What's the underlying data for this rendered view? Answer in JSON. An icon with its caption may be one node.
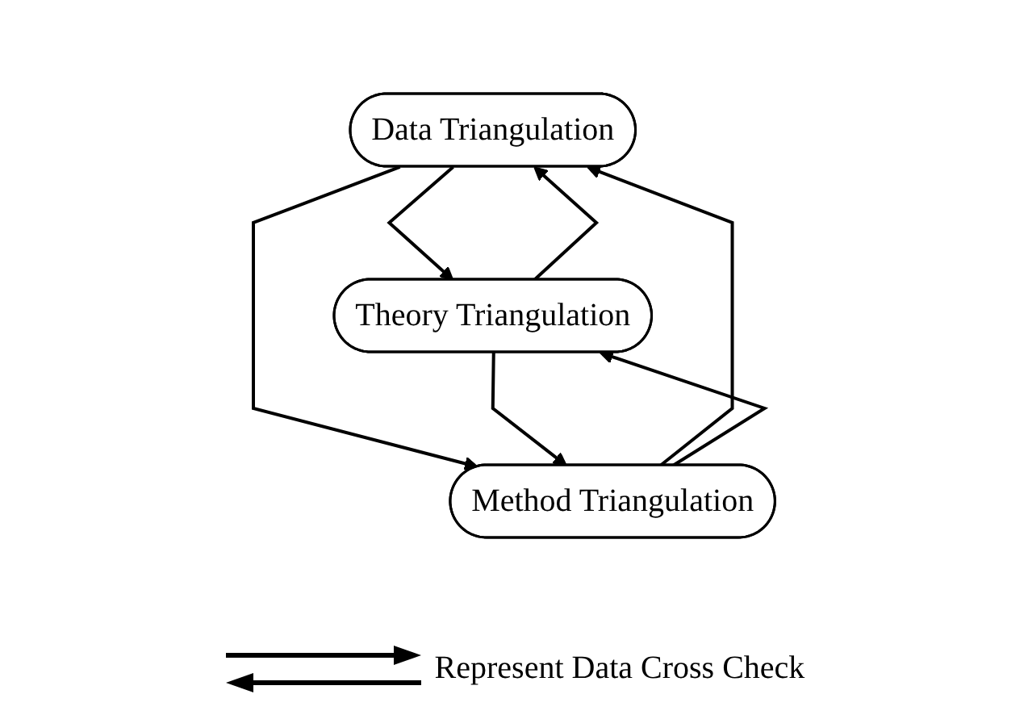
{
  "diagram": {
    "nodes": [
      {
        "text": [
          "Data Triangulation"
        ]
      },
      {
        "text": [
          "Theory Triangulation"
        ]
      },
      {
        "text": [
          "Method Triangulation"
        ]
      }
    ],
    "edges": [
      {
        "from": 0,
        "to": 1,
        "arrow": "to"
      },
      {
        "from": 1,
        "to": 0,
        "arrow": "to"
      },
      {
        "from": 0,
        "to": 2,
        "arrow": "to"
      },
      {
        "from": 2,
        "to": 0,
        "arrow": "to"
      },
      {
        "from": 2,
        "to": 1,
        "arrow": "to"
      },
      {
        "from": 1,
        "to": 2,
        "arrow": "to"
      }
    ],
    "legend": [
      {
        "text": "Represent Data Cross Check"
      }
    ]
  }
}
